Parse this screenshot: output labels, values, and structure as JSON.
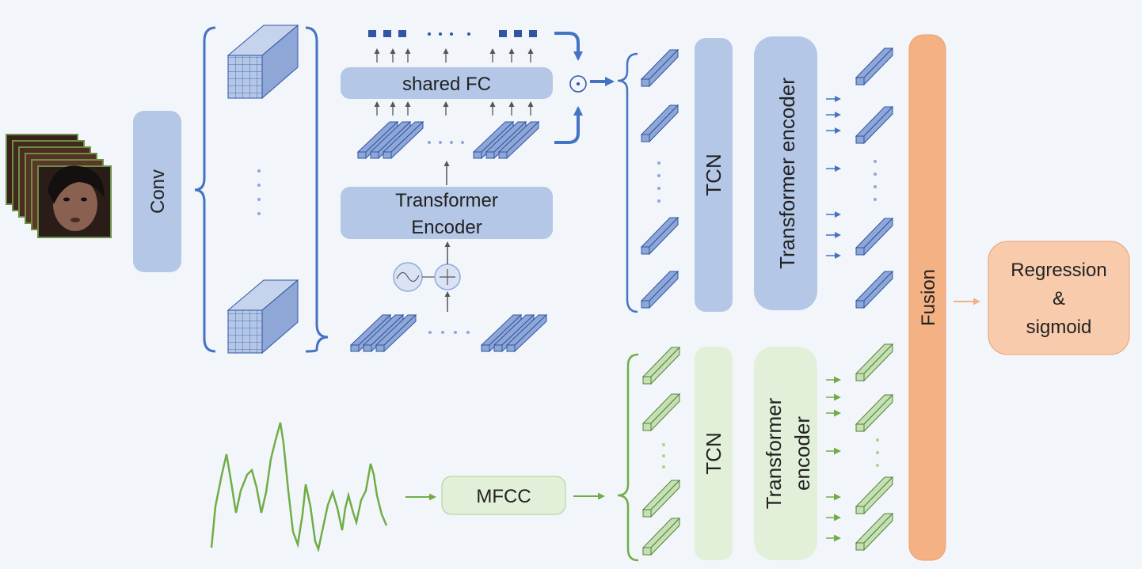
{
  "labels": {
    "conv": "Conv",
    "shared_fc": "shared FC",
    "transformer_encoder_line1": "Transformer",
    "transformer_encoder_line2": "Encoder",
    "odot": "⊙",
    "tcn_visual": "TCN",
    "transformer_encoder_visual": "Transformer encoder",
    "tcn_audio": "TCN",
    "transformer_encoder_audio_line1": "Transformer",
    "transformer_encoder_audio_line2": "encoder",
    "mfcc": "MFCC",
    "fusion": "Fusion",
    "regression_line1": "Regression",
    "regression_line2": "&",
    "regression_line3": "sigmoid"
  },
  "colors": {
    "background": "#f2f6fb",
    "visual_block": "#b4c7e7",
    "visual_stroke": "#4472c4",
    "visual_token": "#2f55a4",
    "audio_block": "#e2f0d9",
    "audio_stroke": "#70ad47",
    "fusion_block": "#f4b183",
    "fusion_stroke": "#e98a5a",
    "regression_block": "#f8cbad"
  }
}
